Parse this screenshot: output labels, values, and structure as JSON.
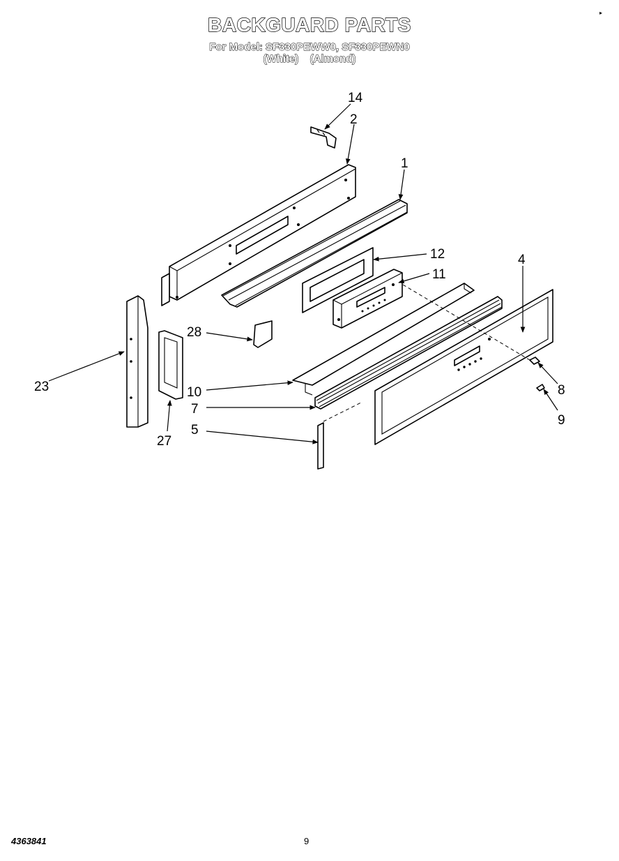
{
  "header": {
    "title": "BACKGUARD PARTS",
    "model_line": "For Model: SF330PEWW0, SF330PEWN0",
    "color_white": "(White)",
    "color_almond": "(Almond)"
  },
  "callouts": [
    "14",
    "2",
    "1",
    "12",
    "11",
    "4",
    "28",
    "23",
    "10",
    "7",
    "8",
    "9",
    "5",
    "27"
  ],
  "footer": {
    "doc_number": "4363841",
    "page_number": "9"
  }
}
